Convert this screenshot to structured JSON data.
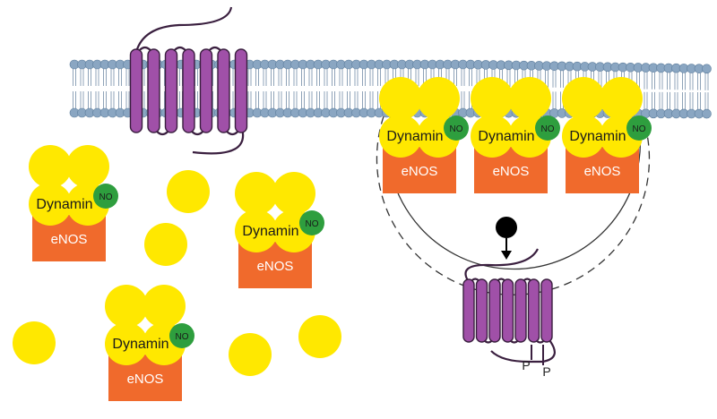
{
  "labels": {
    "dynamin": "Dynamin",
    "enos": "eNOS",
    "no": "NO",
    "phospho_1": "P",
    "phospho_2": "P"
  },
  "colors": {
    "background": "#ffffff",
    "lipid_head": "#8aa6c2",
    "lipid_head_edge": "#5f7f9e",
    "lipid_tail": "#8fa3b8",
    "dynamin": "#ffe800",
    "enos": "#f06a2c",
    "no_badge": "#2e9e3e",
    "receptor": "#a050a8",
    "receptor_edge": "#3a1f3f",
    "ligand": "#000000"
  },
  "icons": {
    "membrane": "lipid-bilayer",
    "receptor": "seven-transmembrane-receptor",
    "ligand": "ligand-dot",
    "arrow": "down-arrow"
  }
}
